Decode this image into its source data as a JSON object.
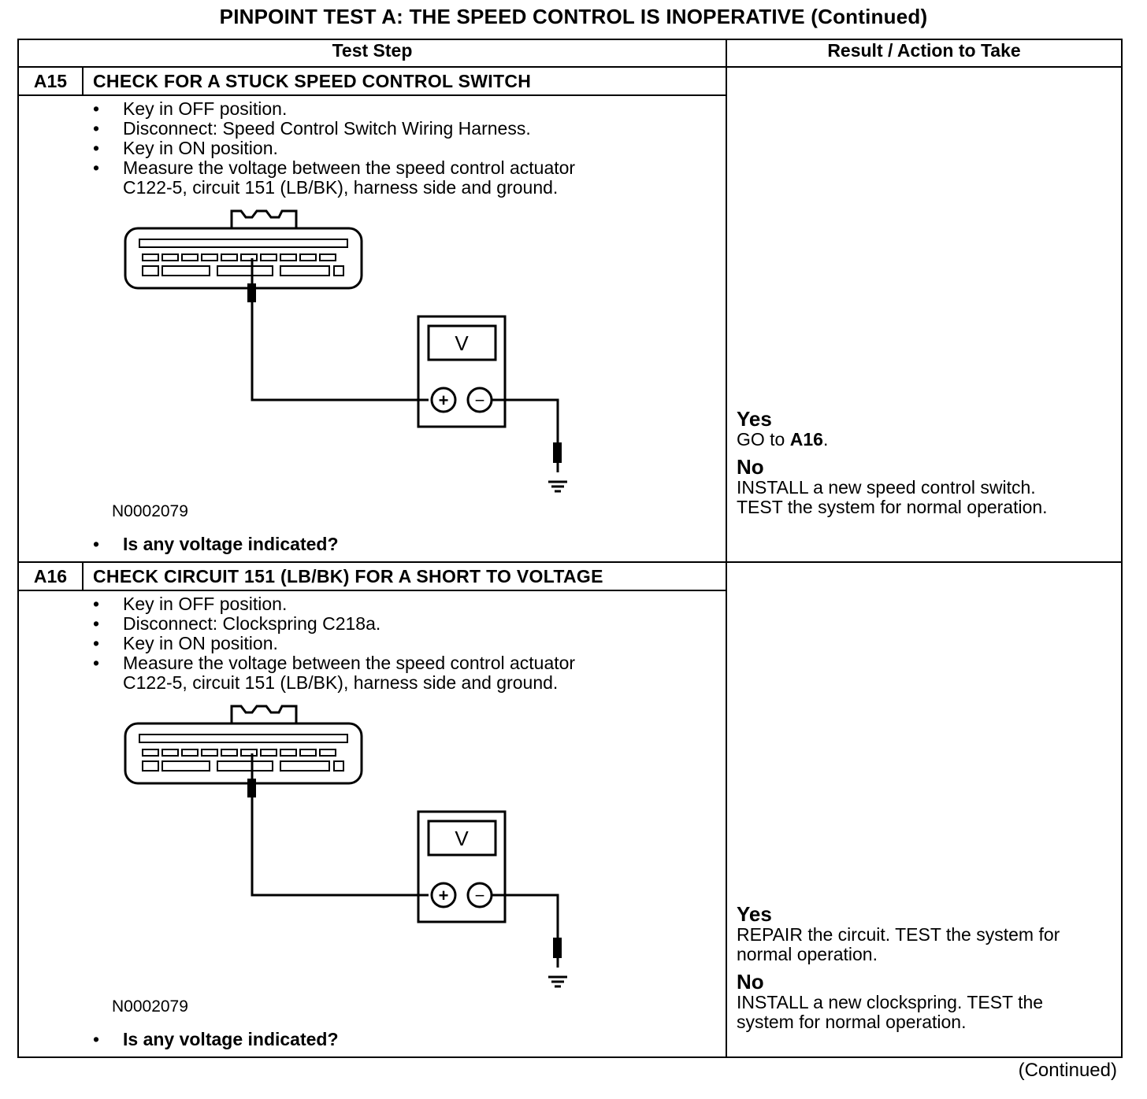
{
  "title": "PINPOINT TEST  A: THE SPEED CONTROL IS INOPERATIVE (Continued)",
  "columns": {
    "test_step": "Test Step",
    "result": "Result / Action to Take"
  },
  "steps": [
    {
      "id": "A15",
      "title": "CHECK FOR A STUCK SPEED CONTROL SWITCH",
      "instructions": [
        "Key in OFF position.",
        "Disconnect: Speed Control Switch Wiring Harness.",
        "Key in ON position.",
        "Measure the voltage between the speed control actuator",
        "C122-5, circuit 151 (LB/BK), harness side and ground."
      ],
      "figure": {
        "meter_symbol": "V",
        "plus": "+",
        "minus": "−",
        "figure_id": "N0002079"
      },
      "question": "Is any voltage indicated?",
      "results": {
        "yes_label": "Yes",
        "yes_action_prefix": "GO to ",
        "yes_action_ref": "A16",
        "yes_action_suffix": ".",
        "no_label": "No",
        "no_action": [
          "INSTALL a new speed control switch.",
          "TEST the system for normal operation."
        ]
      }
    },
    {
      "id": "A16",
      "title": "CHECK CIRCUIT 151 (LB/BK) FOR A SHORT TO VOLTAGE",
      "instructions": [
        "Key in OFF position.",
        "Disconnect: Clockspring C218a.",
        "Key in ON position.",
        "Measure the voltage between the speed control actuator",
        "C122-5, circuit 151 (LB/BK), harness side and ground."
      ],
      "figure": {
        "meter_symbol": "V",
        "plus": "+",
        "minus": "−",
        "figure_id": "N0002079"
      },
      "question": "Is any voltage indicated?",
      "results": {
        "yes_label": "Yes",
        "yes_action": [
          "REPAIR the circuit. TEST the system for",
          "normal operation."
        ],
        "no_label": "No",
        "no_action": [
          "INSTALL a new clockspring. TEST the",
          "system for normal operation."
        ]
      }
    }
  ],
  "footer": "(Continued)"
}
